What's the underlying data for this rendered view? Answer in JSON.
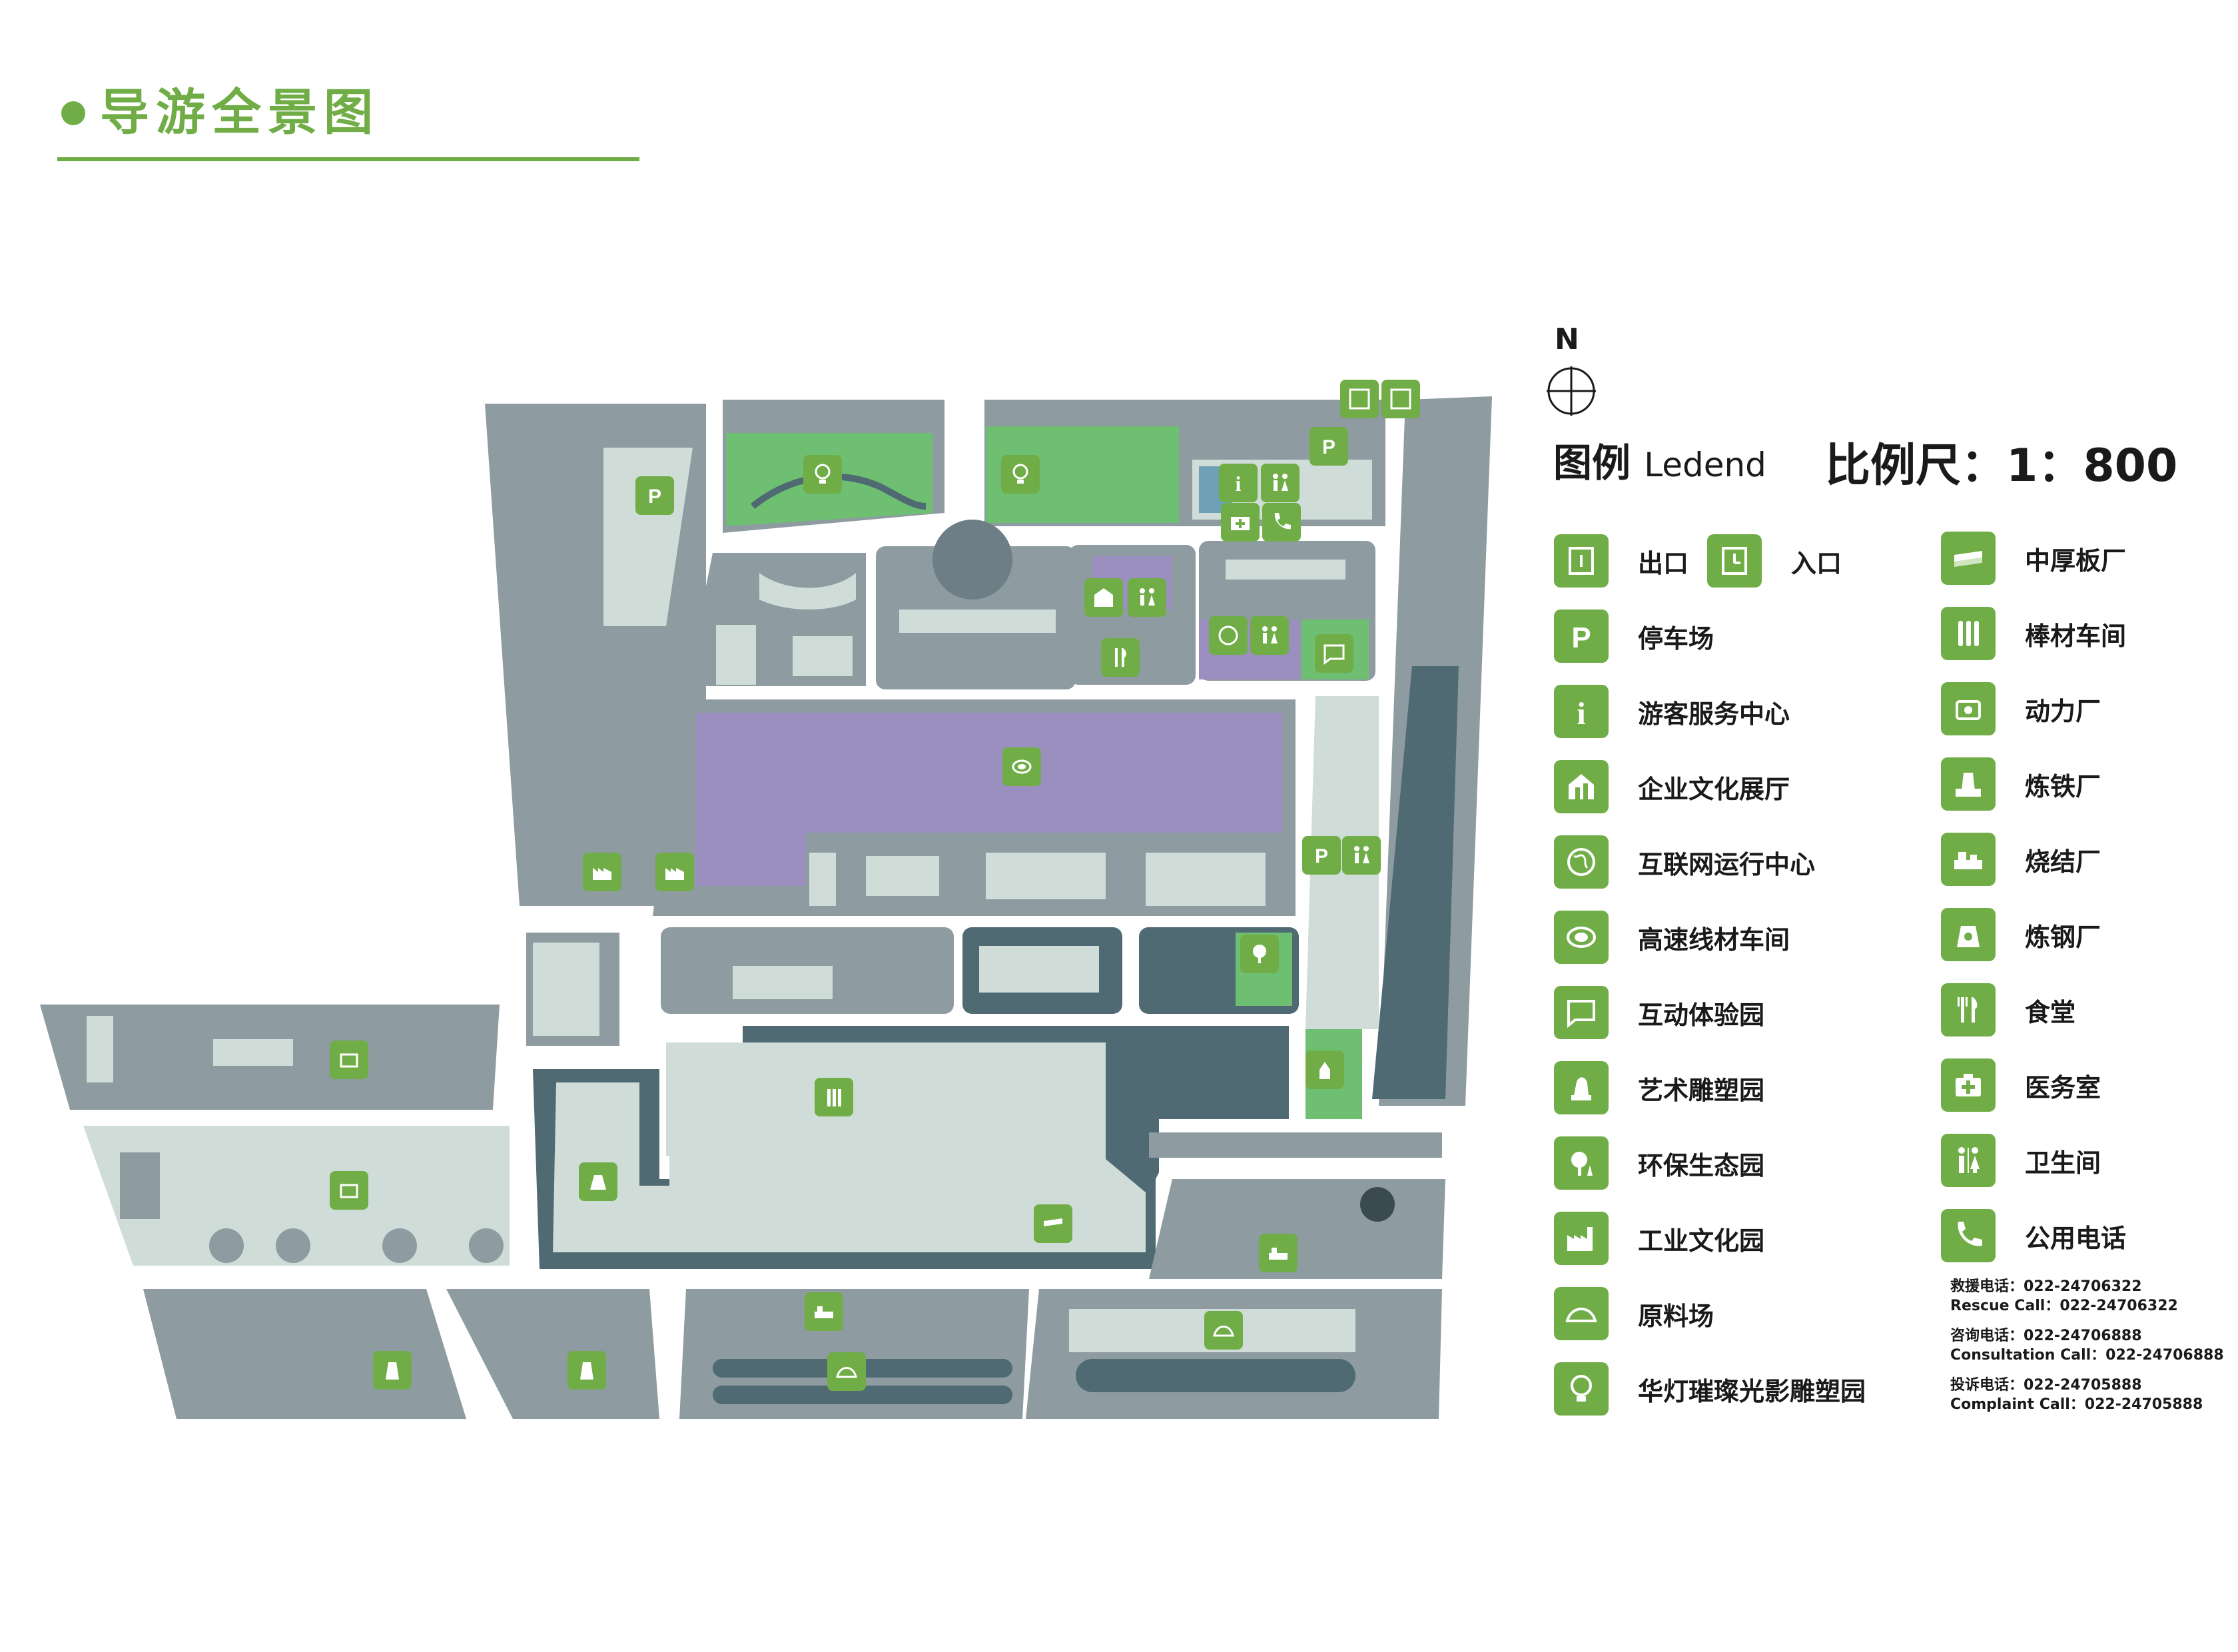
{
  "header": {
    "title": "导游全景图"
  },
  "compass": {
    "north": "N"
  },
  "legend": {
    "title": "图例",
    "title_en": "Ledend",
    "scale_label": "比例尺：1：800",
    "items": [
      {
        "label": "出口",
        "icon": "exit-icon"
      },
      {
        "label": "入口",
        "icon": "entrance-icon"
      },
      {
        "label": "停车场",
        "icon": "parking-icon"
      },
      {
        "label": "游客服务中心",
        "icon": "info-icon"
      },
      {
        "label": "企业文化展厅",
        "icon": "exhibition-hall-icon"
      },
      {
        "label": "互联网运行中心",
        "icon": "globe-icon"
      },
      {
        "label": "高速线材车间",
        "icon": "wire-coil-icon"
      },
      {
        "label": "互动体验园",
        "icon": "chat-bubble-icon"
      },
      {
        "label": "艺术雕塑园",
        "icon": "sculpture-icon"
      },
      {
        "label": "环保生态园",
        "icon": "tree-icon"
      },
      {
        "label": "工业文化园",
        "icon": "factory-icon"
      },
      {
        "label": "原料场",
        "icon": "dome-icon"
      },
      {
        "label": "华灯璀璨光影雕塑园",
        "icon": "light-bulb-icon"
      },
      {
        "label": "中厚板厂",
        "icon": "steel-plate-icon"
      },
      {
        "label": "棒材车间",
        "icon": "steel-bar-icon"
      },
      {
        "label": "动力厂",
        "icon": "engine-icon"
      },
      {
        "label": "炼铁厂",
        "icon": "blast-furnace-icon"
      },
      {
        "label": "烧结厂",
        "icon": "sinter-machine-icon"
      },
      {
        "label": "炼钢厂",
        "icon": "converter-icon"
      },
      {
        "label": "食堂",
        "icon": "cutlery-icon"
      },
      {
        "label": "医务室",
        "icon": "medical-kit-icon"
      },
      {
        "label": "卫生间",
        "icon": "restroom-icon"
      },
      {
        "label": "公用电话",
        "icon": "phone-icon"
      }
    ]
  },
  "contacts": [
    {
      "cn": "救援电话：022-24706322",
      "en": "Rescue Call：022-24706322"
    },
    {
      "cn": "咨询电话：022-24706888",
      "en": "Consultation Call：022-24706888"
    },
    {
      "cn": "投诉电话：022-24705888",
      "en": "Complaint Call：022-24705888"
    }
  ],
  "colors": {
    "accent": "#70ad47",
    "road": "#ffffff",
    "block_gray": "#8e9ba1",
    "block_dark": "#4f6a72",
    "block_light": "#cfdcd8",
    "zone_purple": "#9b8fbf",
    "zone_green": "#6fbf73"
  }
}
